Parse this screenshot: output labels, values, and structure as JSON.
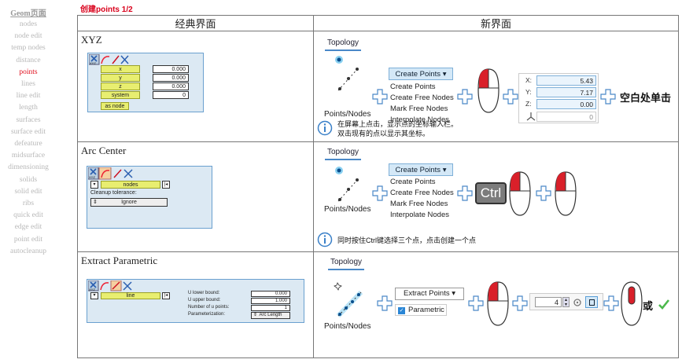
{
  "sidebar": {
    "title": "Geom页面",
    "items": [
      "nodes",
      "node edit",
      "temp nodes",
      "distance",
      "points",
      "lines",
      "line edit",
      "length",
      "surfaces",
      "surface edit",
      "defeature",
      "midsurface",
      "dimensioning",
      "solids",
      "solid edit",
      "ribs",
      "quick edit",
      "edge edit",
      "point edit",
      "autocleanup"
    ],
    "active": "points"
  },
  "page_title": "创建points 1/2",
  "columns": {
    "classic": "经典界面",
    "new": "新界面"
  },
  "rows": {
    "xyz": {
      "name": "XYZ",
      "labels": [
        "x",
        "y",
        "z"
      ],
      "values": [
        "0.000",
        "0.000",
        "0.000"
      ],
      "system_label": "system",
      "system_value": "0",
      "as_node": "as node",
      "topology": "Topology",
      "points_nodes": "Points/Nodes",
      "dropdown": "Create Points",
      "menu": [
        "Create Points",
        "Create Free Nodes",
        "Mark Free Nodes",
        "Interpolate Nodes"
      ],
      "coord": {
        "x_label": "X:",
        "x": "5.43",
        "y_label": "Y:",
        "y": "7.17",
        "z_label": "Z:",
        "z": "0.00",
        "sys": "0"
      },
      "action": "空白处单击",
      "info1": "在屏幕上点击，显示点的坐标输入栏。",
      "info2": "双击现有的点以显示其坐标。"
    },
    "arc": {
      "name": "Arc Center",
      "selector": "nodes",
      "tol_label": "Cleanup tolerance:",
      "tol_value": "Ignore",
      "topology": "Topology",
      "points_nodes": "Points/Nodes",
      "dropdown": "Create Points",
      "menu": [
        "Create Points",
        "Create Free Nodes",
        "Mark Free Nodes",
        "Interpolate Nodes"
      ],
      "key": "Ctrl",
      "info": "同时按住Ctrl键选择三个点，点击创建一个点"
    },
    "extract": {
      "name": "Extract Parametric",
      "selector": "line",
      "params": [
        "U lower bound:",
        "U upper bound:",
        "Number of u points:",
        "Parameterization:"
      ],
      "values": [
        "0.000",
        "1.000",
        "1",
        "Arc Length"
      ],
      "topology": "Topology",
      "points_nodes": "Points/Nodes",
      "dropdown": "Extract Points",
      "checkbox": "Parametric",
      "count": "4",
      "or": "或"
    }
  },
  "colors": {
    "accent": "#e0101e",
    "panel": "#dce9f3",
    "highlight": "#e8ee70"
  }
}
